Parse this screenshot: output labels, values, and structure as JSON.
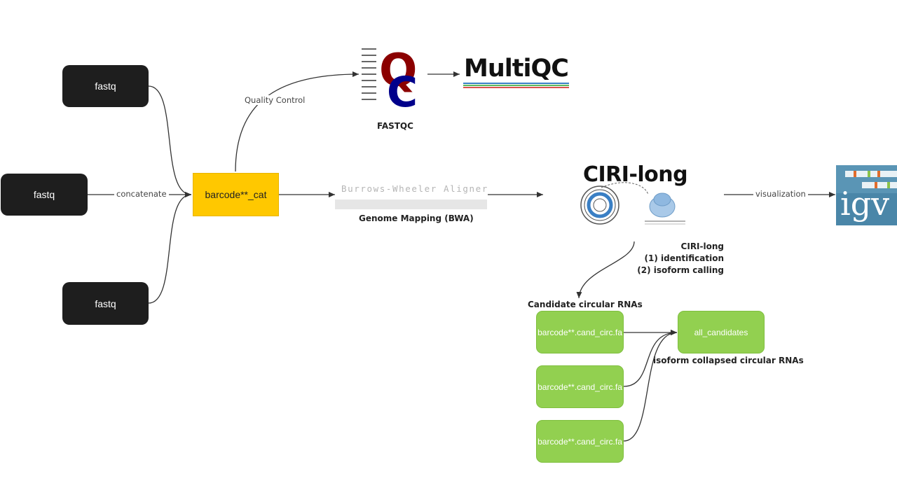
{
  "nodes": {
    "fastq_top": "fastq",
    "fastq_mid": "fastq",
    "fastq_bot": "fastq",
    "barcode_cat": "barcode**_cat",
    "cand1": "barcode**.cand_circ.fa",
    "cand2": "barcode**.cand_circ.fa",
    "cand3": "barcode**.cand_circ.fa",
    "all_candidates": "all_candidates"
  },
  "edge_labels": {
    "concatenate": "concatenate",
    "quality_control": "Quality Control",
    "visualization": "visualization"
  },
  "logos": {
    "multiqc": "MultiQC",
    "bwa": "Burrows-Wheeler Aligner",
    "ciri": "CIRI-long",
    "igv": "igv"
  },
  "labels": {
    "fastqc": "FASTQC",
    "genome_mapping": "Genome Mapping (BWA)",
    "ciri_line1": "CIRI-long",
    "ciri_line2": "(1) identification",
    "ciri_line3": "(2) isoform calling",
    "candidate_rnas": "Candidate circular RNAs",
    "isoform_collapsed": "isoform collapsed circular RNAs"
  },
  "colors": {
    "dark_node": "#1e1e1e",
    "yellow_node": "#ffc800",
    "green_node": "#92d050",
    "qc_red": "#8b0000",
    "qc_blue": "#00008b",
    "igv_blue": "#4a86a8"
  }
}
